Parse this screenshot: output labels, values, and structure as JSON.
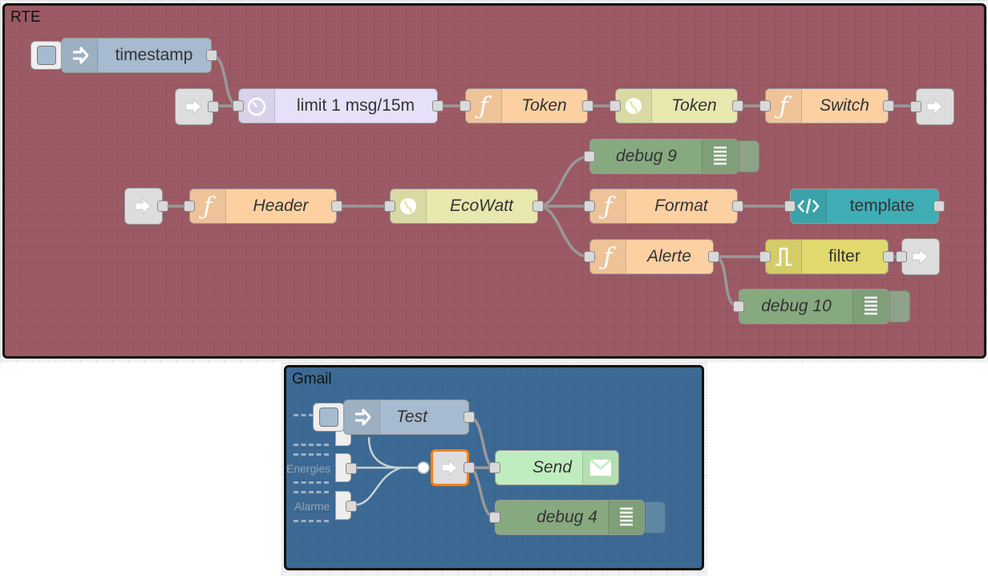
{
  "groups": {
    "rte": {
      "label": "RTE",
      "color": "#9b5a64"
    },
    "gmail": {
      "label": "Gmail",
      "color": "#3c6a94"
    }
  },
  "nodes": {
    "timestamp": {
      "label": "timestamp",
      "color": "#a6bbcf",
      "icon": "arrow-right-icon"
    },
    "limit": {
      "label": "limit 1 msg/15m",
      "color": "#e6e0f8",
      "icon": "timer-icon"
    },
    "token_fn": {
      "label": "Token",
      "color": "#fdd0a2",
      "icon": "function-icon"
    },
    "token_http": {
      "label": "Token",
      "color": "#e7e7ae",
      "icon": "globe-icon"
    },
    "switch_fn": {
      "label": "Switch",
      "color": "#fdd0a2",
      "icon": "function-icon"
    },
    "debug9": {
      "label": "debug 9",
      "color": "#87a980",
      "icon": "debug-icon"
    },
    "header_fn": {
      "label": "Header",
      "color": "#fdd0a2",
      "icon": "function-icon"
    },
    "ecowatt": {
      "label": "EcoWatt",
      "color": "#e7e7ae",
      "icon": "globe-icon"
    },
    "format_fn": {
      "label": "Format",
      "color": "#fdd0a2",
      "icon": "function-icon"
    },
    "template": {
      "label": "template",
      "color": "#3fadb5",
      "icon": "code-icon"
    },
    "alerte_fn": {
      "label": "Alerte",
      "color": "#fdd0a2",
      "icon": "function-icon"
    },
    "filter": {
      "label": "filter",
      "color": "#e2d96e",
      "icon": "filter-icon"
    },
    "debug10": {
      "label": "debug 10",
      "color": "#87a980",
      "icon": "debug-icon"
    },
    "test": {
      "label": "Test",
      "color": "#a6bbcf",
      "icon": "arrow-right-icon"
    },
    "send": {
      "label": "Send",
      "color": "#c0edc0",
      "icon": "envelope-icon"
    },
    "debug4": {
      "label": "debug 4",
      "color": "#87a980",
      "icon": "debug-icon"
    }
  },
  "link_labels": {
    "energies": "Energies",
    "alarme": "Alarme"
  }
}
